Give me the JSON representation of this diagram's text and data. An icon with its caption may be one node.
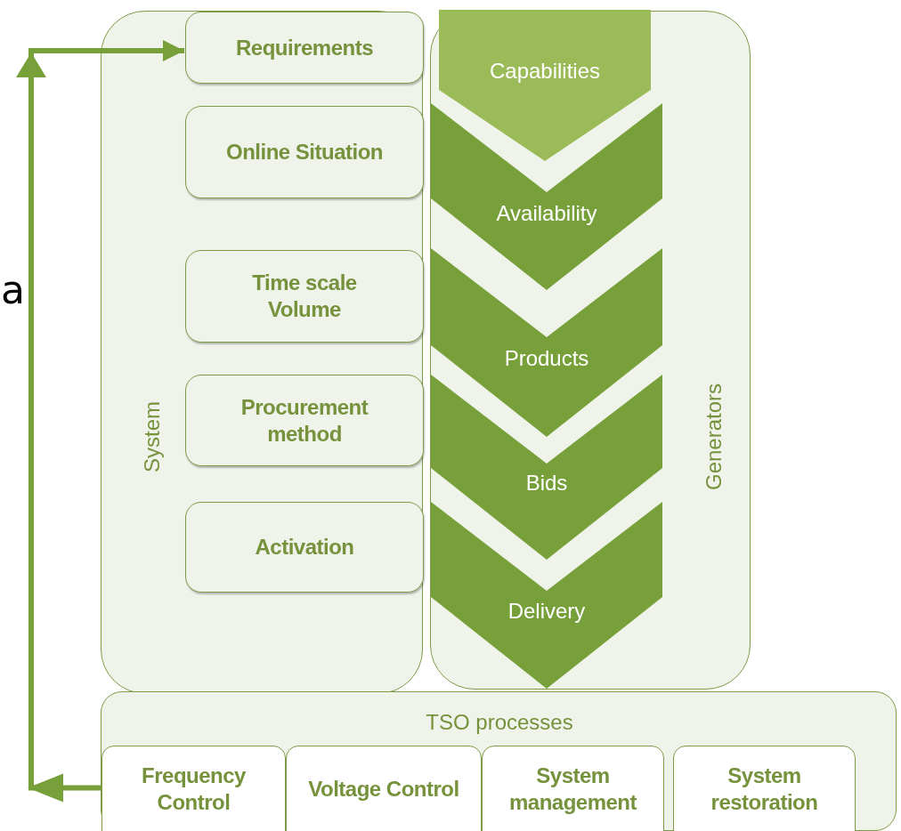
{
  "diagram": {
    "nodes": [
      {
        "text": [
          "System"
        ]
      },
      {
        "text": [
          "Requirements"
        ],
        "in": 0
      },
      {
        "text": [
          "Online Situation"
        ],
        "in": 0
      },
      {
        "text": [
          "Time scale Volume"
        ],
        "in": 0
      },
      {
        "text": [
          "Procurement method"
        ],
        "in": 0
      },
      {
        "text": [
          "Activation"
        ],
        "in": 0
      },
      {
        "text": [
          "Generators"
        ]
      },
      {
        "text": [
          "Capabilities"
        ],
        "in": 6
      },
      {
        "text": [
          "Availability"
        ],
        "in": 6
      },
      {
        "text": [
          "Products"
        ],
        "in": 6
      },
      {
        "text": [
          "Bids"
        ],
        "in": 6
      },
      {
        "text": [
          "Delivery"
        ],
        "in": 6
      },
      {
        "text": [
          "TSO processes"
        ]
      },
      {
        "text": [
          "Frequency Control"
        ],
        "in": 12
      },
      {
        "text": [
          "Voltage Control"
        ],
        "in": 12
      },
      {
        "text": [
          "System management"
        ],
        "in": 12
      },
      {
        "text": [
          "System restoration"
        ],
        "in": 12
      }
    ],
    "edges": [
      {
        "from": 13,
        "to": 1,
        "arrow": "to"
      }
    ],
    "labels": [
      "a"
    ]
  }
}
